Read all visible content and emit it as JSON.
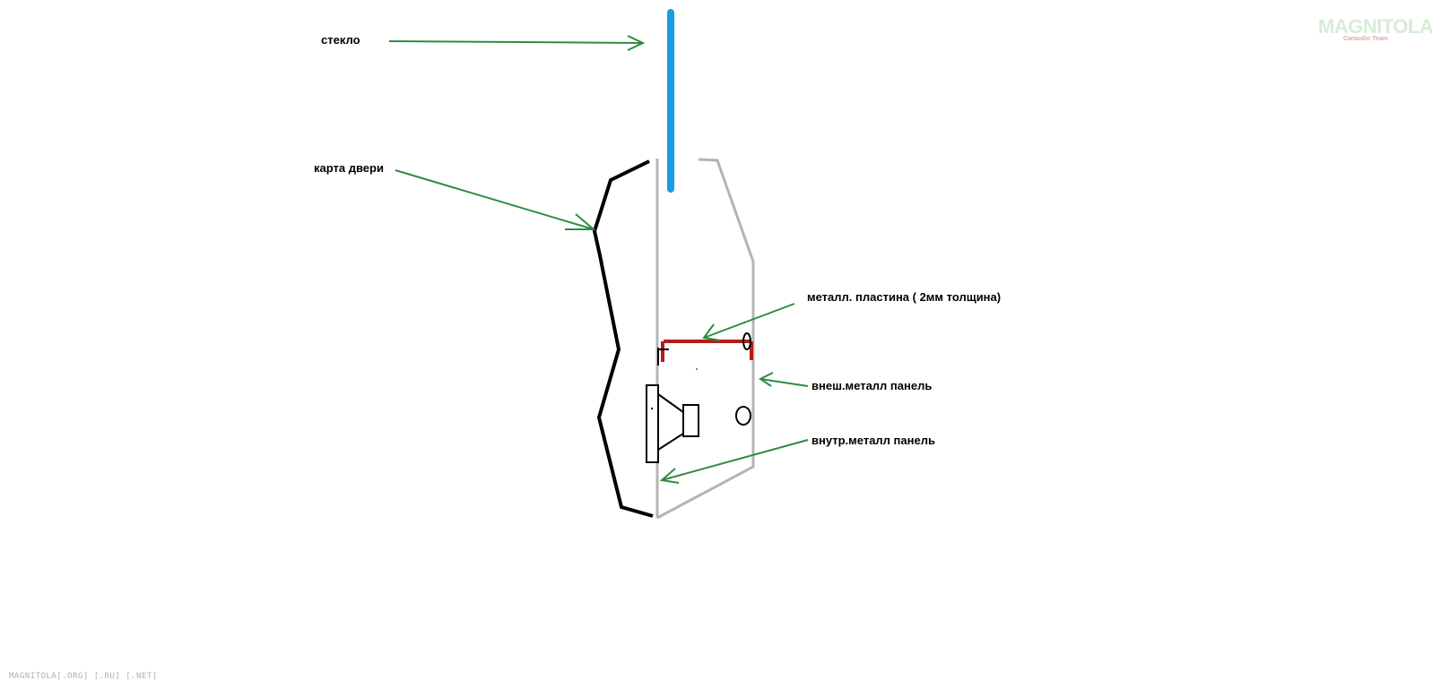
{
  "labels": {
    "glass": "стекло",
    "door_card": "карта двери",
    "metal_plate": "металл. пластина ( 2мм толщина)",
    "outer_panel": "внеш.металл панель",
    "inner_panel": "внутр.металл панель"
  },
  "watermark": "MAGNITOLA[.ORG] [.RU] [.NET]",
  "logo": {
    "main": "MAGNITOLA",
    "sub": "Caraudio Team"
  },
  "colors": {
    "glass": "#1a9ce0",
    "arrow": "#2e8b3e",
    "door_card": "#000000",
    "metal_panel": "#b4b4b4",
    "metal_plate": "#b51c1c",
    "text": "#000000"
  }
}
